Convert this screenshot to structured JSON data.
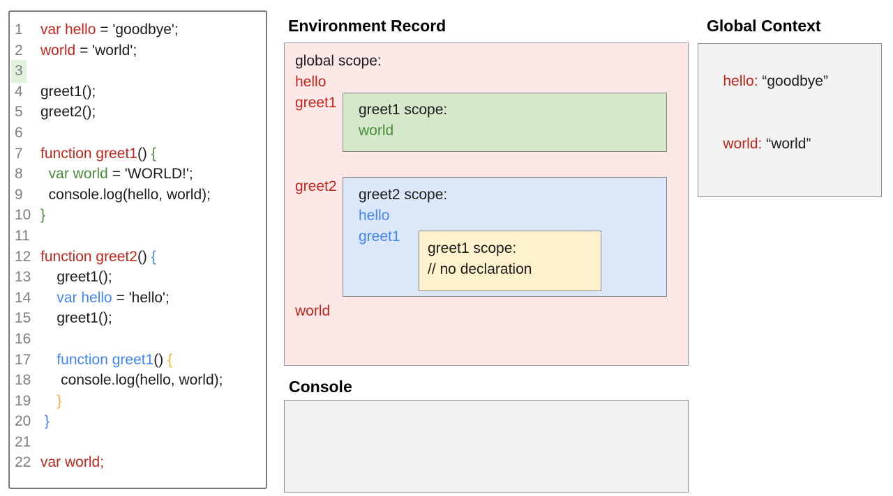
{
  "colors": {
    "code_red": "#c0261c",
    "code_green": "#4a8b3c",
    "code_blue": "#4285f4",
    "code_orange": "#f0b33c",
    "code_black": "#1c1c1c",
    "line_number_gray": "#7e7e7e",
    "line_highlight": "#e4f1dd",
    "global_scope_bg": "#fce8e6",
    "greet1_scope_bg": "#d6e8ca",
    "greet2_scope_bg": "#dce8f9",
    "inner_scope_bg": "#fdf2cc",
    "panel_gray_bg": "#f2f2f2",
    "border_gray": "#848484"
  },
  "code_panel": {
    "lines": [
      {
        "n": "1",
        "segments": [
          {
            "text": "var hello",
            "color": "red"
          },
          {
            "text": " = 'goodbye';",
            "color": "black"
          }
        ]
      },
      {
        "n": "2",
        "segments": [
          {
            "text": "world",
            "color": "red"
          },
          {
            "text": " = 'world';",
            "color": "black"
          }
        ]
      },
      {
        "n": "3",
        "highlighted": true,
        "segments": []
      },
      {
        "n": "4",
        "segments": [
          {
            "text": "greet1();",
            "color": "black"
          }
        ]
      },
      {
        "n": "5",
        "segments": [
          {
            "text": "greet2();",
            "color": "black"
          }
        ]
      },
      {
        "n": "6",
        "segments": []
      },
      {
        "n": "7",
        "segments": [
          {
            "text": "function greet1",
            "color": "red"
          },
          {
            "text": "() ",
            "color": "black"
          },
          {
            "text": "{",
            "color": "green"
          }
        ]
      },
      {
        "n": "8",
        "segments": [
          {
            "text": "  ",
            "color": "black"
          },
          {
            "text": "var world",
            "color": "green"
          },
          {
            "text": " = 'WORLD!';",
            "color": "black"
          }
        ]
      },
      {
        "n": "9",
        "segments": [
          {
            "text": "  console.log(hello, world);",
            "color": "black"
          }
        ]
      },
      {
        "n": "10",
        "segments": [
          {
            "text": "}",
            "color": "green"
          }
        ]
      },
      {
        "n": "11",
        "segments": []
      },
      {
        "n": "12",
        "segments": [
          {
            "text": "function greet2",
            "color": "red"
          },
          {
            "text": "() ",
            "color": "black"
          },
          {
            "text": "{",
            "color": "blue"
          }
        ]
      },
      {
        "n": "13",
        "segments": [
          {
            "text": "    greet1();",
            "color": "black"
          }
        ]
      },
      {
        "n": "14",
        "segments": [
          {
            "text": "    ",
            "color": "black"
          },
          {
            "text": "var hello",
            "color": "blue"
          },
          {
            "text": " = 'hello';",
            "color": "black"
          }
        ]
      },
      {
        "n": "15",
        "segments": [
          {
            "text": "    greet1();",
            "color": "black"
          }
        ]
      },
      {
        "n": "16",
        "segments": []
      },
      {
        "n": "17",
        "segments": [
          {
            "text": "    ",
            "color": "black"
          },
          {
            "text": "function greet1",
            "color": "blue"
          },
          {
            "text": "() ",
            "color": "black"
          },
          {
            "text": "{",
            "color": "orange"
          }
        ]
      },
      {
        "n": "18",
        "segments": [
          {
            "text": "     console.log(hello, world);",
            "color": "black"
          }
        ]
      },
      {
        "n": "19",
        "segments": [
          {
            "text": "    ",
            "color": "black"
          },
          {
            "text": "}",
            "color": "orange"
          }
        ]
      },
      {
        "n": "20",
        "segments": [
          {
            "text": " ",
            "color": "black"
          },
          {
            "text": "}",
            "color": "blue"
          }
        ]
      },
      {
        "n": "21",
        "segments": []
      },
      {
        "n": "22",
        "segments": [
          {
            "text": "var world;",
            "color": "red"
          }
        ]
      }
    ]
  },
  "environment_record": {
    "title": "Environment Record",
    "global_scope_label": "global scope:",
    "global_vars": [
      "hello",
      "greet1",
      "greet2",
      "world"
    ],
    "greet1_scope": {
      "label": "greet1 scope:",
      "vars": [
        "world"
      ]
    },
    "greet2_scope": {
      "label": "greet2 scope:",
      "vars": [
        "hello",
        "greet1"
      ],
      "inner_scope": {
        "label": "greet1 scope:",
        "comment": "// no declaration"
      }
    }
  },
  "global_context": {
    "title": "Global Context",
    "entries": [
      {
        "name": "hello:",
        "value": " “goodbye”"
      },
      {
        "name": "world:",
        "value": " “world”"
      }
    ]
  },
  "console_panel": {
    "title": "Console"
  }
}
